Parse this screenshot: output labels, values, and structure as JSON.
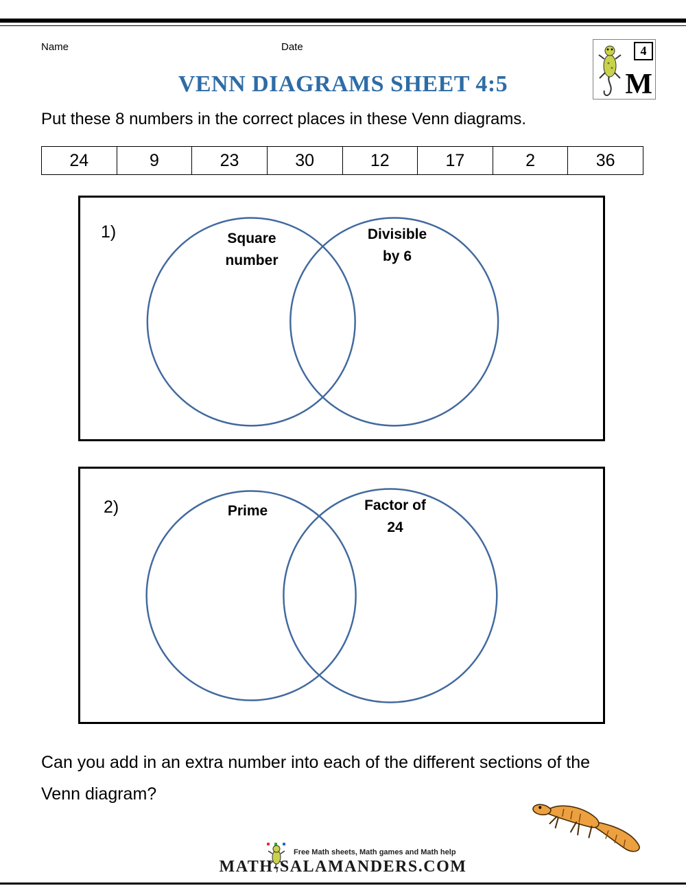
{
  "header": {
    "name_label": "Name",
    "date_label": "Date",
    "logo": {
      "grade": "4",
      "letter": "M"
    }
  },
  "title": "VENN DIAGRAMS SHEET 4:5",
  "instruction": "Put these 8 numbers in the correct places in these Venn diagrams.",
  "numbers": [
    "24",
    "9",
    "23",
    "30",
    "12",
    "17",
    "2",
    "36"
  ],
  "diagrams": [
    {
      "number": "1)",
      "left_label": "Square\nnumber",
      "right_label": "Divisible\nby 6"
    },
    {
      "number": "2)",
      "left_label": "Prime",
      "right_label": "Factor of\n24"
    }
  ],
  "question": "Can you add in an extra number into each of the different sections of the\nVenn diagram?",
  "footer": {
    "tagline": "Free Math sheets, Math games and Math help",
    "site_name": "MATH-SALAMANDERS.COM"
  },
  "colors": {
    "title_blue": "#2e6ca6",
    "circle_blue": "#41699e",
    "salamander_orange": "#eda03f"
  }
}
